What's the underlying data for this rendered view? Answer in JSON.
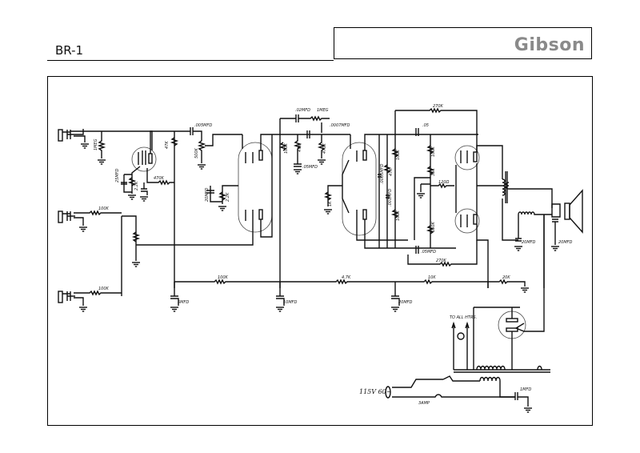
{
  "header": {
    "model": "BR-1",
    "brand": "Gibson"
  },
  "schematic": {
    "title": "Gibson BR-1 amplifier schematic",
    "labels": {
      "r_1meg_in": "1MEG",
      "c_25mfd": "25MFD",
      "r_2_2k": "2.2K",
      "r_47k_a": "47K",
      "r_470k": "470K",
      "c_005mfd": ".005MFD",
      "pot_500k": "500K",
      "c_20mfd_cath": "20MFD",
      "r_2_2k_b": "2.2K",
      "r_100k_in2": "100K",
      "r_100k_in3": "100K",
      "c_02mfd": ".02MFD",
      "pot_1meg": "1MEG",
      "c_0007mfd": ".0007MFD",
      "r_100k_plate": "100K",
      "r_47k_b": "47K",
      "c_05mfd_a": ".05MFD",
      "r_470k_b": "470K",
      "r_1k": "1K",
      "c_0005mfd": ".0005MFD",
      "r_47k_c": "47K",
      "c_001mfd": ".001MFD",
      "r_100k_pi1": "100K",
      "r_100k_pi2": "100K",
      "r_270k_top": "270K",
      "c_05": ".05",
      "r_100k_g1": "100K",
      "r_33k": "33K",
      "r_120ohm": "120Ω",
      "r_100k_g2": "100K",
      "c_05mfd_b": ".05MFD",
      "r_270k_bot": "270K",
      "c_20mfd_out1": "20MFD",
      "c_20mfd_out2": "20MFD",
      "r_100k_bus": "100K",
      "c_5mfd": "5MFD",
      "c_10mfd": "10MFD",
      "r_4_7k": "4.7K",
      "c_20mfd_bus": "20MFD",
      "r_10k": "10K",
      "r_20k": "20K",
      "to_all_htrs": "TO ALL HTRS.",
      "mains": "115V 60~",
      "fuse": "3AMP",
      "c_1mfd": "1MFD"
    }
  }
}
